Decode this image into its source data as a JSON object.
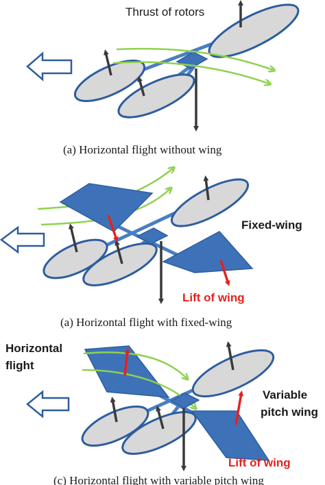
{
  "panel_a": {
    "thrust_label": "Thrust of rotors",
    "caption": "(a) Horizontal flight without wing"
  },
  "panel_b": {
    "fixed_wing_label": "Fixed-wing",
    "lift_label": "Lift of wing",
    "caption": "(a)   Horizontal flight with fixed-wing"
  },
  "panel_c": {
    "horizontal_label_line1": "Horizontal",
    "horizontal_label_line2": "flight",
    "variable_label_line1": "Variable",
    "variable_label_line2": "pitch wing",
    "lift_label": "Lift of wing",
    "caption": "(c) Horizontal flight with variable pitch wing"
  },
  "colors": {
    "rotor_fill": "#d8d8d8",
    "frame_blue": "#3d72b8",
    "airflow_green": "#8fd14f",
    "thrust_arrow": "#3a3a3a",
    "lift_arrow": "#e8201c"
  }
}
